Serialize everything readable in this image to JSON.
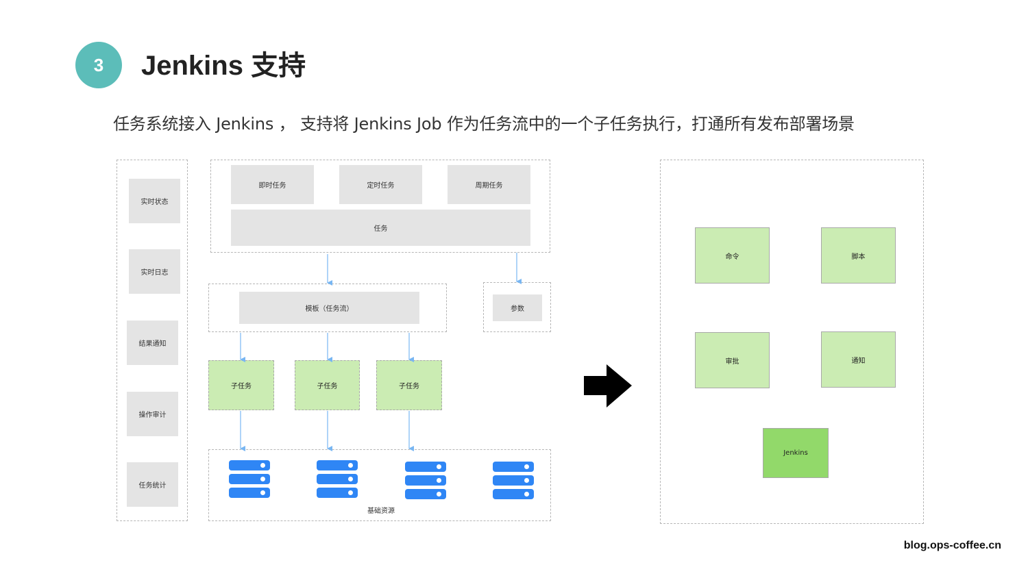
{
  "header": {
    "section_number": "3",
    "title": "Jenkins 支持",
    "subtitle": "任务系统接入 Jenkins ， 支持将 Jenkins Job 作为任务流中的一个子任务执行，打通所有发布部署场景"
  },
  "left_diagram": {
    "sidebar_items": [
      {
        "label": "实时状态"
      },
      {
        "label": "实时日志"
      },
      {
        "label": "结果通知"
      },
      {
        "label": "操作审计"
      },
      {
        "label": "任务统计"
      }
    ],
    "task_types": [
      {
        "label": "即时任务"
      },
      {
        "label": "定时任务"
      },
      {
        "label": "周期任务"
      }
    ],
    "task_label": "任务",
    "template_label": "模板（任务流）",
    "params_label": "参数",
    "subtasks": [
      {
        "label": "子任务"
      },
      {
        "label": "子任务"
      },
      {
        "label": "子任务"
      }
    ],
    "resources_label": "基础资源",
    "server_count": 4
  },
  "arrow": {
    "direction": "right"
  },
  "right_diagram": {
    "task_kinds": [
      {
        "label": "命令"
      },
      {
        "label": "脚本"
      },
      {
        "label": "审批"
      },
      {
        "label": "通知"
      },
      {
        "label": "Jenkins"
      }
    ]
  },
  "colors": {
    "badge": "#5cbdb9",
    "gray_box": "#e4e4e4",
    "green_box": "#cbecb3",
    "jenkins_box": "#92d96a",
    "server": "#2f86f5",
    "connector": "#78b6f2"
  },
  "footer": {
    "site": "blog.ops-coffee.cn"
  }
}
